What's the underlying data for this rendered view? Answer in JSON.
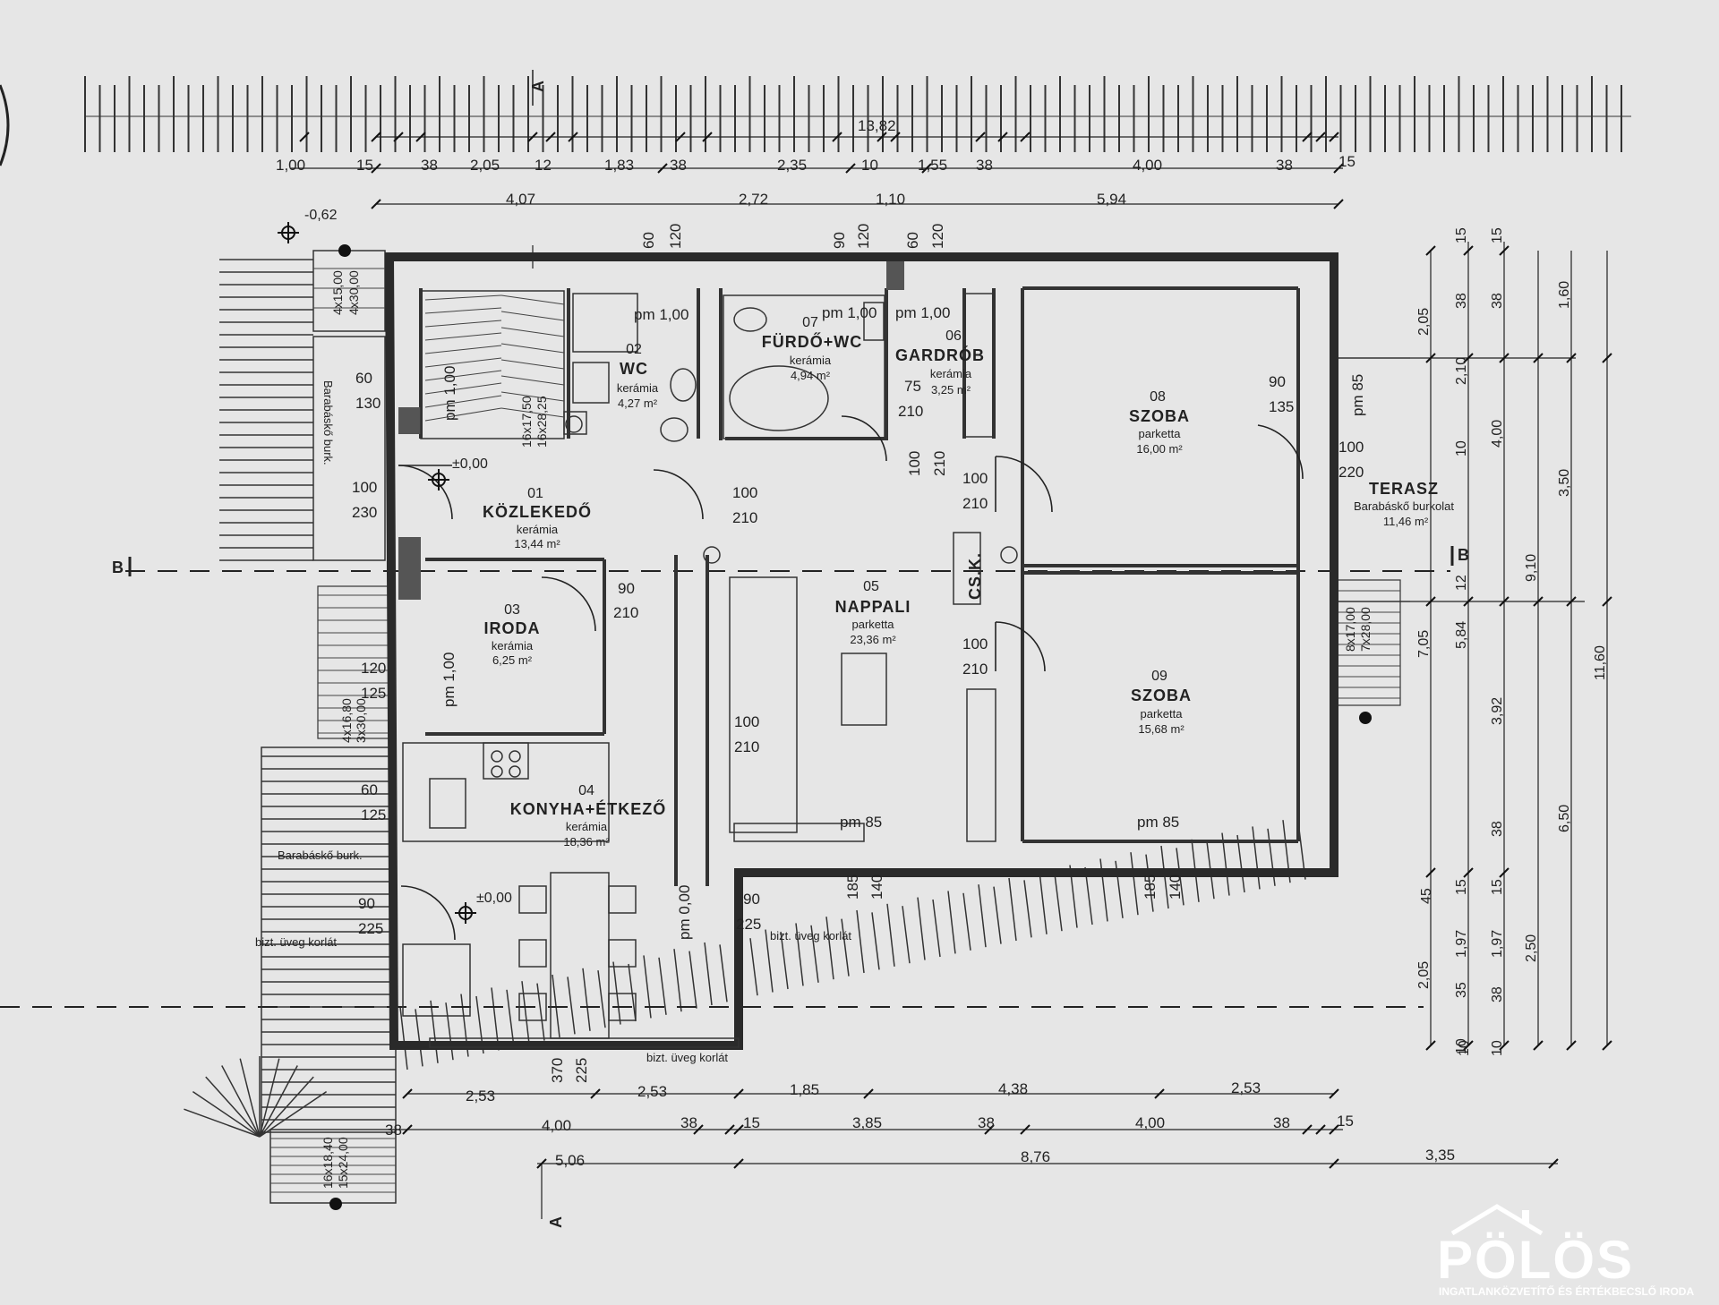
{
  "colors": {
    "paper": "#e6e6e6",
    "ink": "#1c1c1c",
    "wall": "#2a2a2a",
    "logo": "#ffffff"
  },
  "logo": {
    "name": "PÖLÖS",
    "tagline": "INGATLANKÖZVETÍTŐ ÉS ÉRTÉKBECSLŐ IRODA"
  },
  "rooms": [
    {
      "num": "01",
      "name": "KÖZLEKEDŐ",
      "material": "kerámia",
      "area": "13,44 m²"
    },
    {
      "num": "02",
      "name": "WC",
      "material": "kerámia",
      "area": "4,27 m²"
    },
    {
      "num": "03",
      "name": "IRODA",
      "material": "kerámia",
      "area": "6,25 m²"
    },
    {
      "num": "04",
      "name": "KONYHA+ÉTKEZŐ",
      "material": "kerámia",
      "area": "18,36 m²"
    },
    {
      "num": "05",
      "name": "NAPPALI",
      "material": "parketta",
      "area": "23,36 m²"
    },
    {
      "num": "06",
      "name": "GARDRÓB",
      "material": "kerámia",
      "area": "3,25 m²"
    },
    {
      "num": "07",
      "name": "FÜRDŐ+WC",
      "material": "kerámia",
      "area": "4,94 m²"
    },
    {
      "num": "08",
      "name": "SZOBA",
      "material": "parketta",
      "area": "16,00 m²"
    },
    {
      "num": "09",
      "name": "SZOBA",
      "material": "parketta",
      "area": "15,68 m²"
    }
  ],
  "terrace": {
    "name": "TERASZ",
    "material": "Barabáskő burkolat",
    "area": "11,46 m²"
  },
  "labels": {
    "barabasko": "Barabáskő burk.",
    "railing": "bizt. üveg korlát",
    "shaft": "CS.K.",
    "level_neg": "-0,62",
    "level_zero": "±0,00",
    "section_a": "A",
    "section_b": "B"
  },
  "dims_top": {
    "total": "13,82",
    "row2": [
      "1,00",
      "15",
      "38",
      "2,05",
      "12",
      "1,83",
      "38",
      "2,35",
      "10",
      "1,55",
      "38",
      "4,00",
      "38",
      "15"
    ],
    "row3": [
      "4,07",
      "2,72",
      "1,10",
      "5,94"
    ]
  },
  "dims_bottom": {
    "row1": [
      "2,53",
      "2,53",
      "1,85",
      "4,38",
      "2,53"
    ],
    "row2": [
      "38",
      "4,00",
      "38",
      "15",
      "3,85",
      "38",
      "4,00",
      "38",
      "15"
    ],
    "row3": [
      "5,06",
      "8,76",
      "3,35"
    ]
  },
  "dims_right": {
    "c1": [
      "2,05",
      "7,05",
      "2,05",
      "10"
    ],
    "c2": [
      "15",
      "38",
      "2,10",
      "10",
      "12",
      "5,84",
      "45",
      "1,97",
      "15",
      "35",
      "10"
    ],
    "c3": [
      "15",
      "38",
      "4,00",
      "3,92",
      "38",
      "15",
      "1,97",
      "38",
      "10"
    ],
    "c4": [
      "9,10",
      "2,50"
    ],
    "c5": [
      "1,60",
      "3,50",
      "6,50"
    ],
    "c6": [
      "11,60"
    ]
  },
  "openings": [
    {
      "w": "60",
      "h": "120"
    },
    {
      "w": "90",
      "h": "120"
    },
    {
      "w": "60",
      "h": "120"
    },
    {
      "w": "60",
      "h": "130"
    },
    {
      "w": "100",
      "h": "230"
    },
    {
      "w": "120",
      "h": "125"
    },
    {
      "w": "60",
      "h": "125"
    },
    {
      "w": "90",
      "h": "225"
    },
    {
      "w": "90",
      "h": "225"
    },
    {
      "w": "90",
      "h": "135"
    },
    {
      "w": "100",
      "h": "220"
    },
    {
      "w": "75",
      "h": "210"
    },
    {
      "w": "100",
      "h": "210"
    },
    {
      "w": "100",
      "h": "210"
    },
    {
      "w": "100",
      "h": "210"
    },
    {
      "w": "100",
      "h": "210"
    },
    {
      "w": "100",
      "h": "210"
    },
    {
      "w": "90",
      "h": "210"
    },
    {
      "w": "185",
      "h": "140"
    },
    {
      "w": "185",
      "h": "140"
    },
    {
      "w": "370",
      "h": "225"
    }
  ],
  "sill": [
    "pm 1,00",
    "pm 1,00",
    "pm 1,00",
    "pm 1,00",
    "pm 1,00",
    "pm 0,00",
    "pm 85",
    "pm 85",
    "pm 85"
  ],
  "stairs": [
    "4x15,00",
    "4x30,00",
    "16x17,50",
    "16x28,25",
    "4x16,80",
    "3x30,00",
    "8x17,00",
    "7x28,00",
    "16x18,40",
    "15x24,00"
  ]
}
